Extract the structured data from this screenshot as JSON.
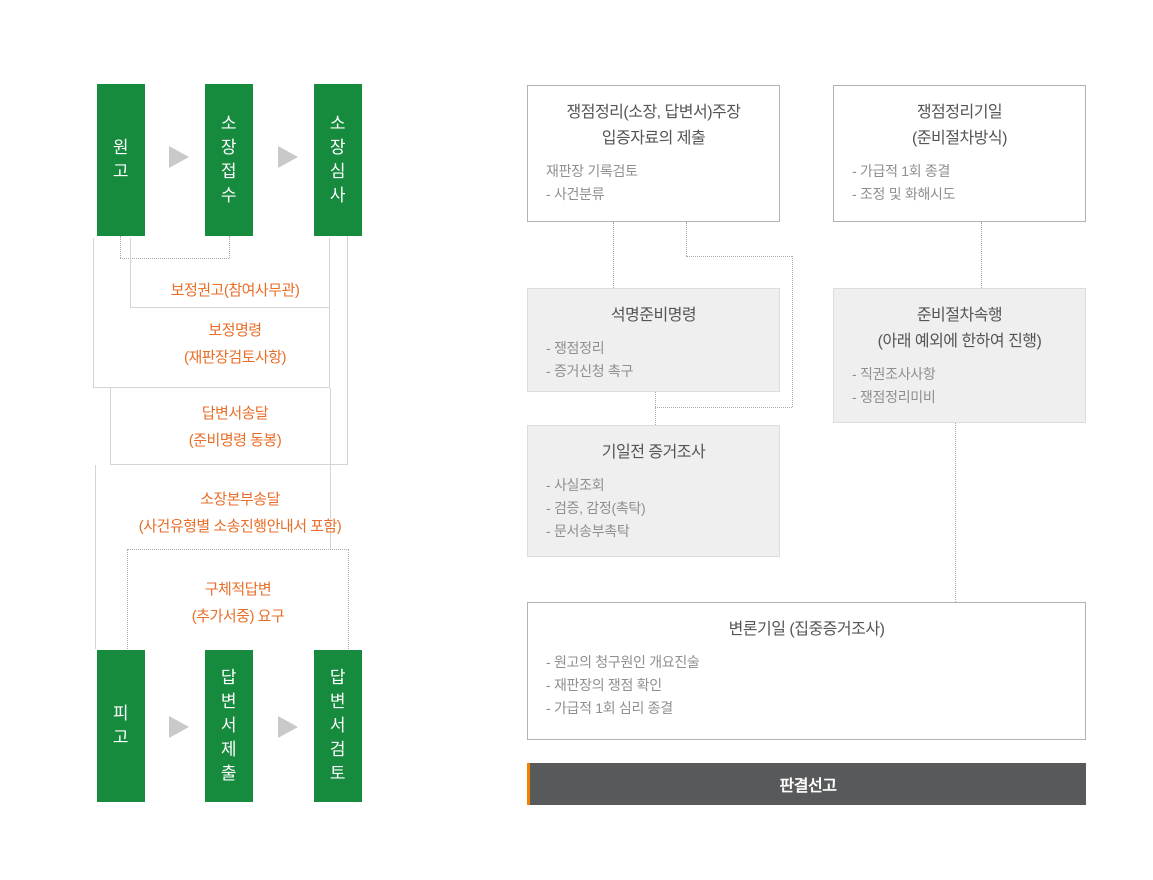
{
  "colors": {
    "green": "#168a3d",
    "orange": "#e96e28",
    "bar_background": "#58595b",
    "bar_accent": "#ef8200",
    "box_gray": "#efefef",
    "line_gray": "#d4d4d4",
    "title_text": "#555555",
    "body_text": "#8f8f8f"
  },
  "left_panel": {
    "top_boxes": [
      {
        "label": "원고"
      },
      {
        "label": "소장접수"
      },
      {
        "label": "소장심사"
      }
    ],
    "bottom_boxes": [
      {
        "label": "피고"
      },
      {
        "label": "답변서제출"
      },
      {
        "label": "답변서검토"
      }
    ],
    "steps": [
      {
        "line1": "보정권고(참여사무관)",
        "line2": ""
      },
      {
        "line1": "보정명령",
        "line2": "(재판장검토사항)"
      },
      {
        "line1": "답변서송달",
        "line2": "(준비명령 동봉)"
      },
      {
        "line1": "소장본부송달",
        "line2": "(사건유형별 소송진행안내서 포함)"
      },
      {
        "line1": "구체적답변",
        "line2": "(추가서중) 요구"
      }
    ]
  },
  "right_panel": {
    "boxes": [
      {
        "title1": "쟁점정리(소장, 답변서)주장",
        "title2": "입증자료의 제출",
        "items": [
          "재판장 기록검토",
          "- 사건분류"
        ]
      },
      {
        "title1": "쟁점정리기일",
        "title2": "(준비절차방식)",
        "items": [
          "- 가급적 1회 종결",
          "- 조정 및 화해시도"
        ]
      },
      {
        "title1": "석명준비명령",
        "title2": "",
        "items": [
          "- 쟁점정리",
          "- 증거신청 촉구"
        ]
      },
      {
        "title1": "준비절차속행",
        "title2": "(아래 예외에 한하여 진행)",
        "items": [
          "- 직권조사사항",
          "- 쟁점정리미비"
        ]
      },
      {
        "title1": "기일전 증거조사",
        "title2": "",
        "items": [
          "- 사실조회",
          "- 검증, 감정(촉탁)",
          "- 문서송부촉탁"
        ]
      },
      {
        "title1": "변론기일 (집중증거조사)",
        "title2": "",
        "items": [
          "- 원고의 청구원인 개요진술",
          "- 재판장의 쟁점 확인",
          "- 가급적 1회 심리 종결"
        ]
      }
    ],
    "final_bar": "판결선고"
  }
}
